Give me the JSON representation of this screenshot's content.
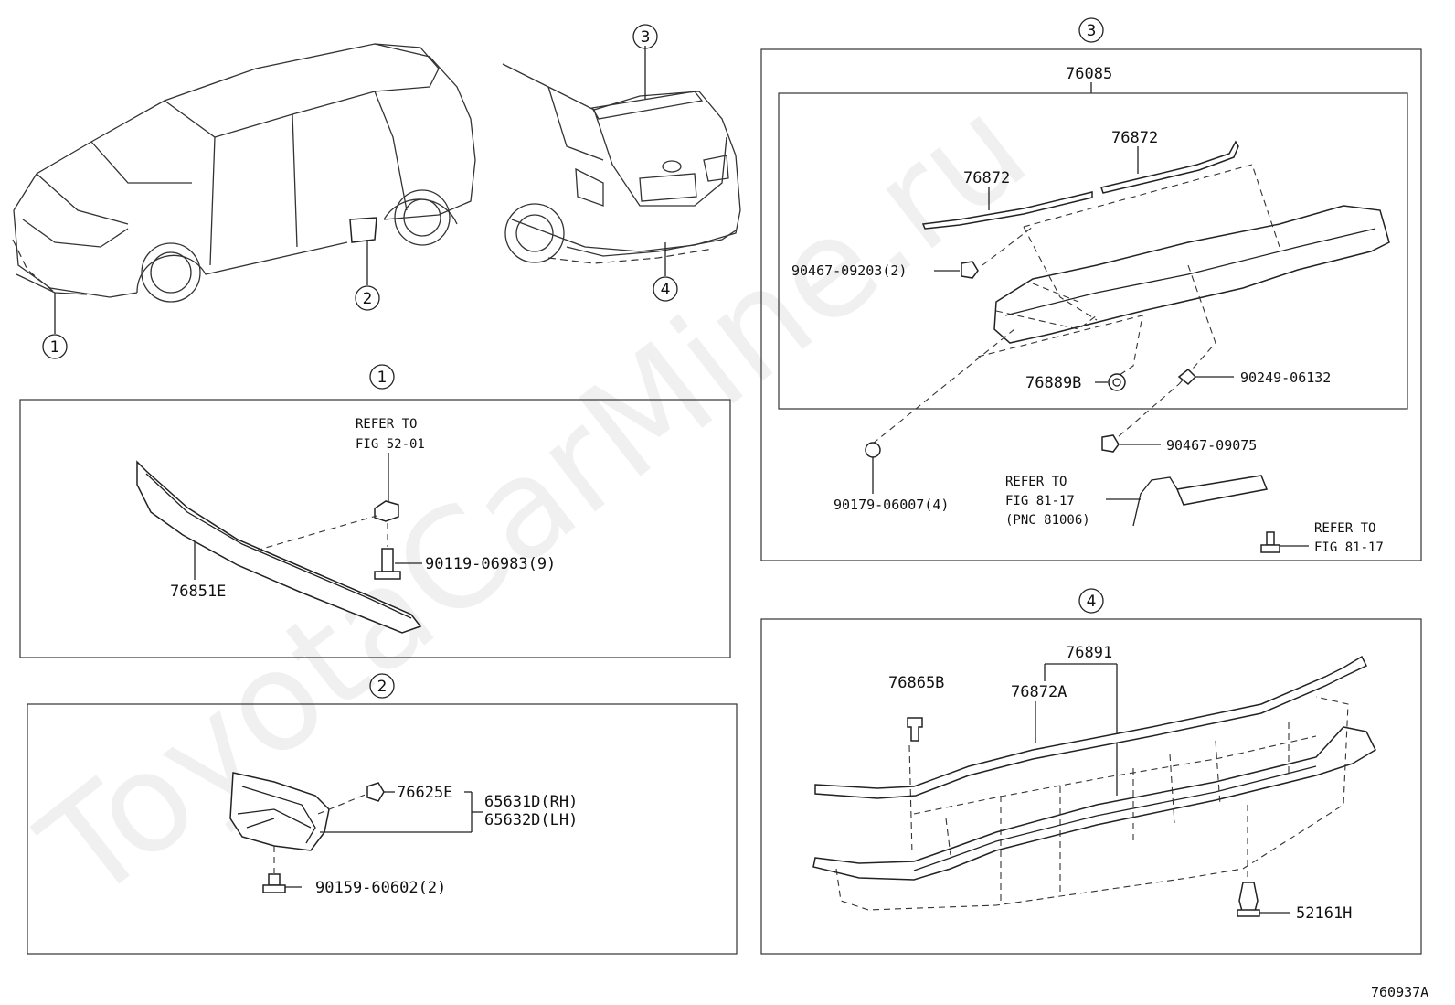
{
  "watermark": "ToyotaCarMine.ru",
  "figure_code": "760937A",
  "overview_callouts": [
    "1",
    "2",
    "3",
    "4"
  ],
  "section1": {
    "header": "1",
    "refer_line1": "REFER TO",
    "refer_line2": "FIG 52-01",
    "part_spoiler": "76851E",
    "part_screw": "90119-06983(9)"
  },
  "section2": {
    "header": "2",
    "part_clip": "76625E",
    "part_rh": "65631D(RH)",
    "part_lh": "65632D(LH)",
    "part_bolt": "90159-60602(2)"
  },
  "section3": {
    "header": "3",
    "part_assy": "76085",
    "part_trim_a": "76872",
    "part_trim_b": "76872",
    "part_clip_a": "90467-09203(2)",
    "part_grommet": "76889B",
    "part_bulb": "90249-06132",
    "part_clip_b": "90467-09075",
    "part_nut": "90179-06007(4)",
    "refer_lamp_1": "REFER TO",
    "refer_lamp_2": "FIG 81-17",
    "refer_lamp_3": "(PNC 81006)",
    "refer_bolt_1": "REFER TO",
    "refer_bolt_2": "FIG 81-17"
  },
  "section4": {
    "header": "4",
    "part_assy": "76891",
    "part_clip": "76865B",
    "part_trim": "76872A",
    "part_fastener": "52161H"
  }
}
